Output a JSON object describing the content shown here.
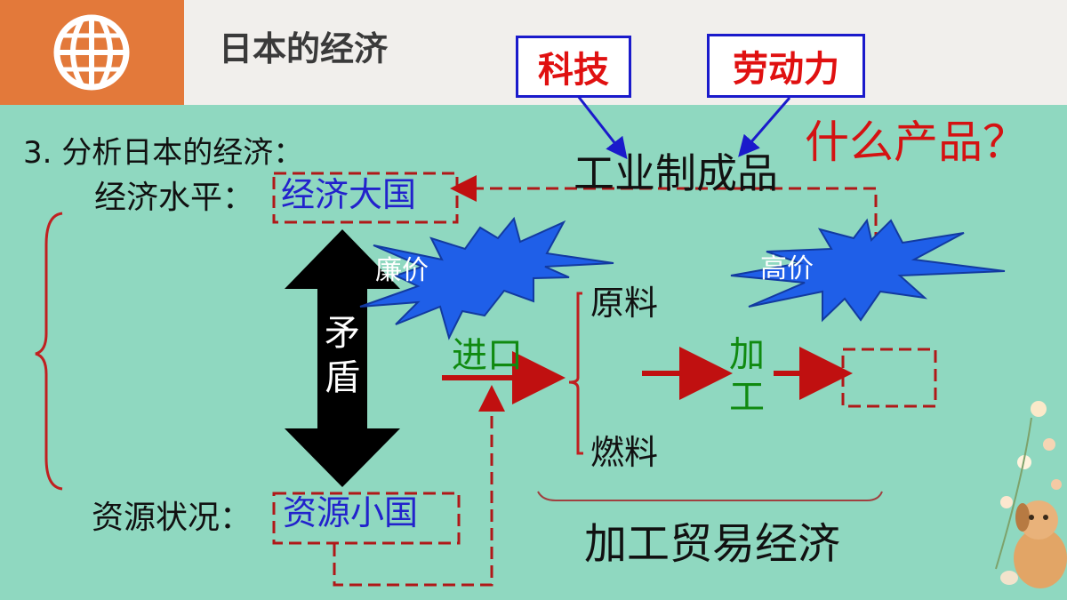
{
  "header": {
    "title": "日本的经济",
    "logo_icon": "globe-icon"
  },
  "factors": {
    "tech": "科技",
    "labor": "劳动力"
  },
  "question": "什么产品？",
  "manufactured": "工业制成品",
  "section_title": "3. 分析日本的经济：",
  "economy_level": {
    "label": "经济水平：",
    "value": "经济大国"
  },
  "resource_status": {
    "label": "资源状况：",
    "value": "资源小国"
  },
  "contradiction": "矛盾",
  "burst_left": "廉价",
  "burst_right": "高价",
  "import_label": "进口",
  "materials": {
    "raw": "原料",
    "fuel": "燃料"
  },
  "processing": "加工",
  "summary": "加工贸易经济",
  "colors": {
    "header_accent": "#e3793a",
    "background": "#8fd8c0",
    "arrow_red": "#c01010",
    "box_blue": "#1a1acb",
    "burst_blue": "#1f5fe8"
  }
}
